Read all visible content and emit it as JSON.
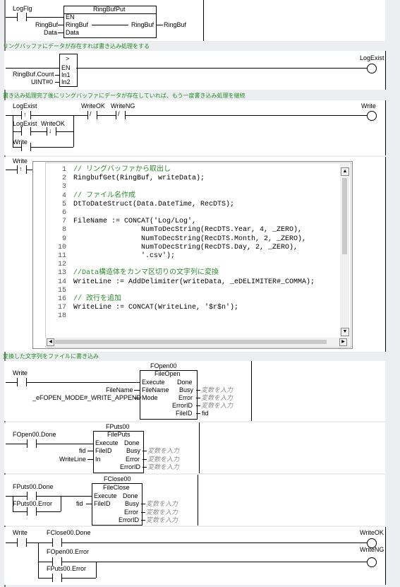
{
  "rung1": {
    "contact": "LogFlg",
    "fb_title": "RingBufPut",
    "en": "EN",
    "in1": "RingBuf",
    "in2": "Data",
    "out": "RingBuf",
    "left1": "RingBuf",
    "left2": "Data",
    "right": "RingBuf"
  },
  "comment1": "リングバッファにデータが存在すれば書き込み処理をする",
  "rung2": {
    "fb_title": ">",
    "en": "EN",
    "in1": "In1",
    "in2": "In2",
    "left1": "RingBuf.Count",
    "left2": "UINT#0",
    "coil": "LogExist"
  },
  "comment2": "書き込み処理完了後にリングバッファにデータが存在していれば、もう一度書き込み処理を継続",
  "rung3": {
    "c1": "LogExist",
    "c2": "WriteOK",
    "c3": "WriteNG",
    "c4": "LogExist",
    "c5": "WriteOK",
    "c6": "Write",
    "coil": "Write"
  },
  "rung4": {
    "contact": "Write"
  },
  "st": {
    "lines": [
      {
        "n": "1",
        "t": "// リングバッファから取出し",
        "k": "cm"
      },
      {
        "n": "2",
        "t": "RingbufGet(RingBuf, writeData);",
        "k": "call"
      },
      {
        "n": "3",
        "t": "",
        "k": ""
      },
      {
        "n": "4",
        "t": "// ファイル名作成",
        "k": "cm"
      },
      {
        "n": "5",
        "t": "DtToDateStruct(Data.DateTime, RecDTS);",
        "k": "call"
      },
      {
        "n": "6",
        "t": "",
        "k": ""
      },
      {
        "n": "7",
        "t": "FileName := CONCAT('Log/Log',",
        "k": "concat"
      },
      {
        "n": "8",
        "t": "                NumToDecString(RecDTS.Year, 4, _ZERO),",
        "k": "call"
      },
      {
        "n": "9",
        "t": "                NumToDecString(RecDTS.Month, 2, _ZERO),",
        "k": "call"
      },
      {
        "n": "10",
        "t": "                NumToDecString(RecDTS.Day, 2, _ZERO),",
        "k": "call"
      },
      {
        "n": "11",
        "t": "                '.csv');",
        "k": "str"
      },
      {
        "n": "12",
        "t": "",
        "k": ""
      },
      {
        "n": "13",
        "t": "//Data構造体をカンマ区切りの文字列に変換",
        "k": "cm"
      },
      {
        "n": "14",
        "t": "WriteLine := AddDelimiter(writeData, _eDELIMITER#_COMMA);",
        "k": "call"
      },
      {
        "n": "15",
        "t": "",
        "k": ""
      },
      {
        "n": "16",
        "t": "// 改行を追加",
        "k": "cm"
      },
      {
        "n": "17",
        "t": "WriteLine := CONCAT(WriteLine, '$r$n');",
        "k": "concat"
      },
      {
        "n": "18",
        "t": "",
        "k": ""
      }
    ]
  },
  "comment3": "変換した文字列をファイルに書き込み",
  "rung5": {
    "contact": "Write",
    "fb_inst": "FOpen00",
    "fb_title": "FileOpen",
    "execute": "Execute",
    "done": "Done",
    "filename": "FileName",
    "busy": "Busy",
    "mode": "Mode",
    "error": "Error",
    "errorid": "ErrorID",
    "fileid": "FileID",
    "left_filename": "FileName",
    "left_mode": "_eFOPEN_MODE#_WRITE_APPEND",
    "right_fileid": "fid",
    "placeholder": "変数を入力"
  },
  "rung6": {
    "contact": "FOpen00.Done",
    "fb_inst": "FPuts00",
    "fb_title": "FilePuts",
    "execute": "Execute",
    "done": "Done",
    "fileid": "FileID",
    "busy": "Busy",
    "in": "In",
    "error": "Error",
    "errorid": "ErrorID",
    "left_fileid": "fid",
    "left_in": "WriteLine",
    "placeholder": "変数を入力"
  },
  "rung7": {
    "c1": "FPuts00.Done",
    "c2": "FPuts00.Error",
    "fb_inst": "FClose00",
    "fb_title": "FileClose",
    "execute": "Execute",
    "done": "Done",
    "fileid": "FileID",
    "busy": "Busy",
    "error": "Error",
    "errorid": "ErrorID",
    "left_fileid": "fid",
    "placeholder": "変数を入力"
  },
  "rung8": {
    "c1": "Write",
    "c2": "FClose00.Done",
    "c3": "FOpen00.Error",
    "c4": "FPuts00.Error",
    "coil1": "WriteOK",
    "coil2": "WriteNG"
  }
}
